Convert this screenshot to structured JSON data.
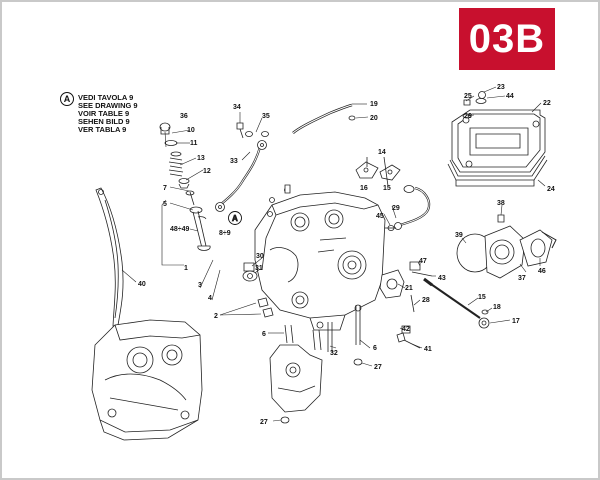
{
  "badge": {
    "text": "03B",
    "color": "#c8102e"
  },
  "legend": {
    "marker": "A",
    "lines": [
      "VEDI TAVOLA 9",
      "SEE DRAWING 9",
      "VOIR TABLE 9",
      "SEHEN BILD 9",
      "VER TABLA 9"
    ]
  },
  "callouts": [
    {
      "id": "c36",
      "text": "36"
    },
    {
      "id": "c10",
      "text": "10"
    },
    {
      "id": "c11",
      "text": "11"
    },
    {
      "id": "c13",
      "text": "13"
    },
    {
      "id": "c12",
      "text": "12"
    },
    {
      "id": "c7",
      "text": "7"
    },
    {
      "id": "c5",
      "text": "5"
    },
    {
      "id": "c4849",
      "text": "48÷49"
    },
    {
      "id": "c89",
      "text": "8÷9"
    },
    {
      "id": "c34",
      "text": "34"
    },
    {
      "id": "c35",
      "text": "35"
    },
    {
      "id": "c33",
      "text": "33"
    },
    {
      "id": "c19",
      "text": "19"
    },
    {
      "id": "c20",
      "text": "20"
    },
    {
      "id": "c14",
      "text": "14"
    },
    {
      "id": "c16",
      "text": "16"
    },
    {
      "id": "c15a",
      "text": "15"
    },
    {
      "id": "c29",
      "text": "29"
    },
    {
      "id": "c45",
      "text": "45"
    },
    {
      "id": "c25",
      "text": "25"
    },
    {
      "id": "c23",
      "text": "23"
    },
    {
      "id": "c44",
      "text": "44"
    },
    {
      "id": "c22",
      "text": "22"
    },
    {
      "id": "c26",
      "text": "26"
    },
    {
      "id": "c24",
      "text": "24"
    },
    {
      "id": "c38",
      "text": "38"
    },
    {
      "id": "c39",
      "text": "39"
    },
    {
      "id": "c37",
      "text": "37"
    },
    {
      "id": "c46",
      "text": "46"
    },
    {
      "id": "c40",
      "text": "40"
    },
    {
      "id": "c1",
      "text": "1"
    },
    {
      "id": "c3",
      "text": "3"
    },
    {
      "id": "c4",
      "text": "4"
    },
    {
      "id": "c2",
      "text": "2"
    },
    {
      "id": "c30",
      "text": "30"
    },
    {
      "id": "c31",
      "text": "31"
    },
    {
      "id": "c47",
      "text": "47"
    },
    {
      "id": "c43",
      "text": "43"
    },
    {
      "id": "c21",
      "text": "21"
    },
    {
      "id": "c28",
      "text": "28"
    },
    {
      "id": "c15b",
      "text": "15"
    },
    {
      "id": "c18",
      "text": "18"
    },
    {
      "id": "c17",
      "text": "17"
    },
    {
      "id": "c6a",
      "text": "6"
    },
    {
      "id": "c32",
      "text": "32"
    },
    {
      "id": "c6b",
      "text": "6"
    },
    {
      "id": "c42",
      "text": "42"
    },
    {
      "id": "c41",
      "text": "41"
    },
    {
      "id": "c27a",
      "text": "27"
    },
    {
      "id": "c27b",
      "text": "27"
    },
    {
      "id": "cA",
      "text": "A"
    }
  ]
}
